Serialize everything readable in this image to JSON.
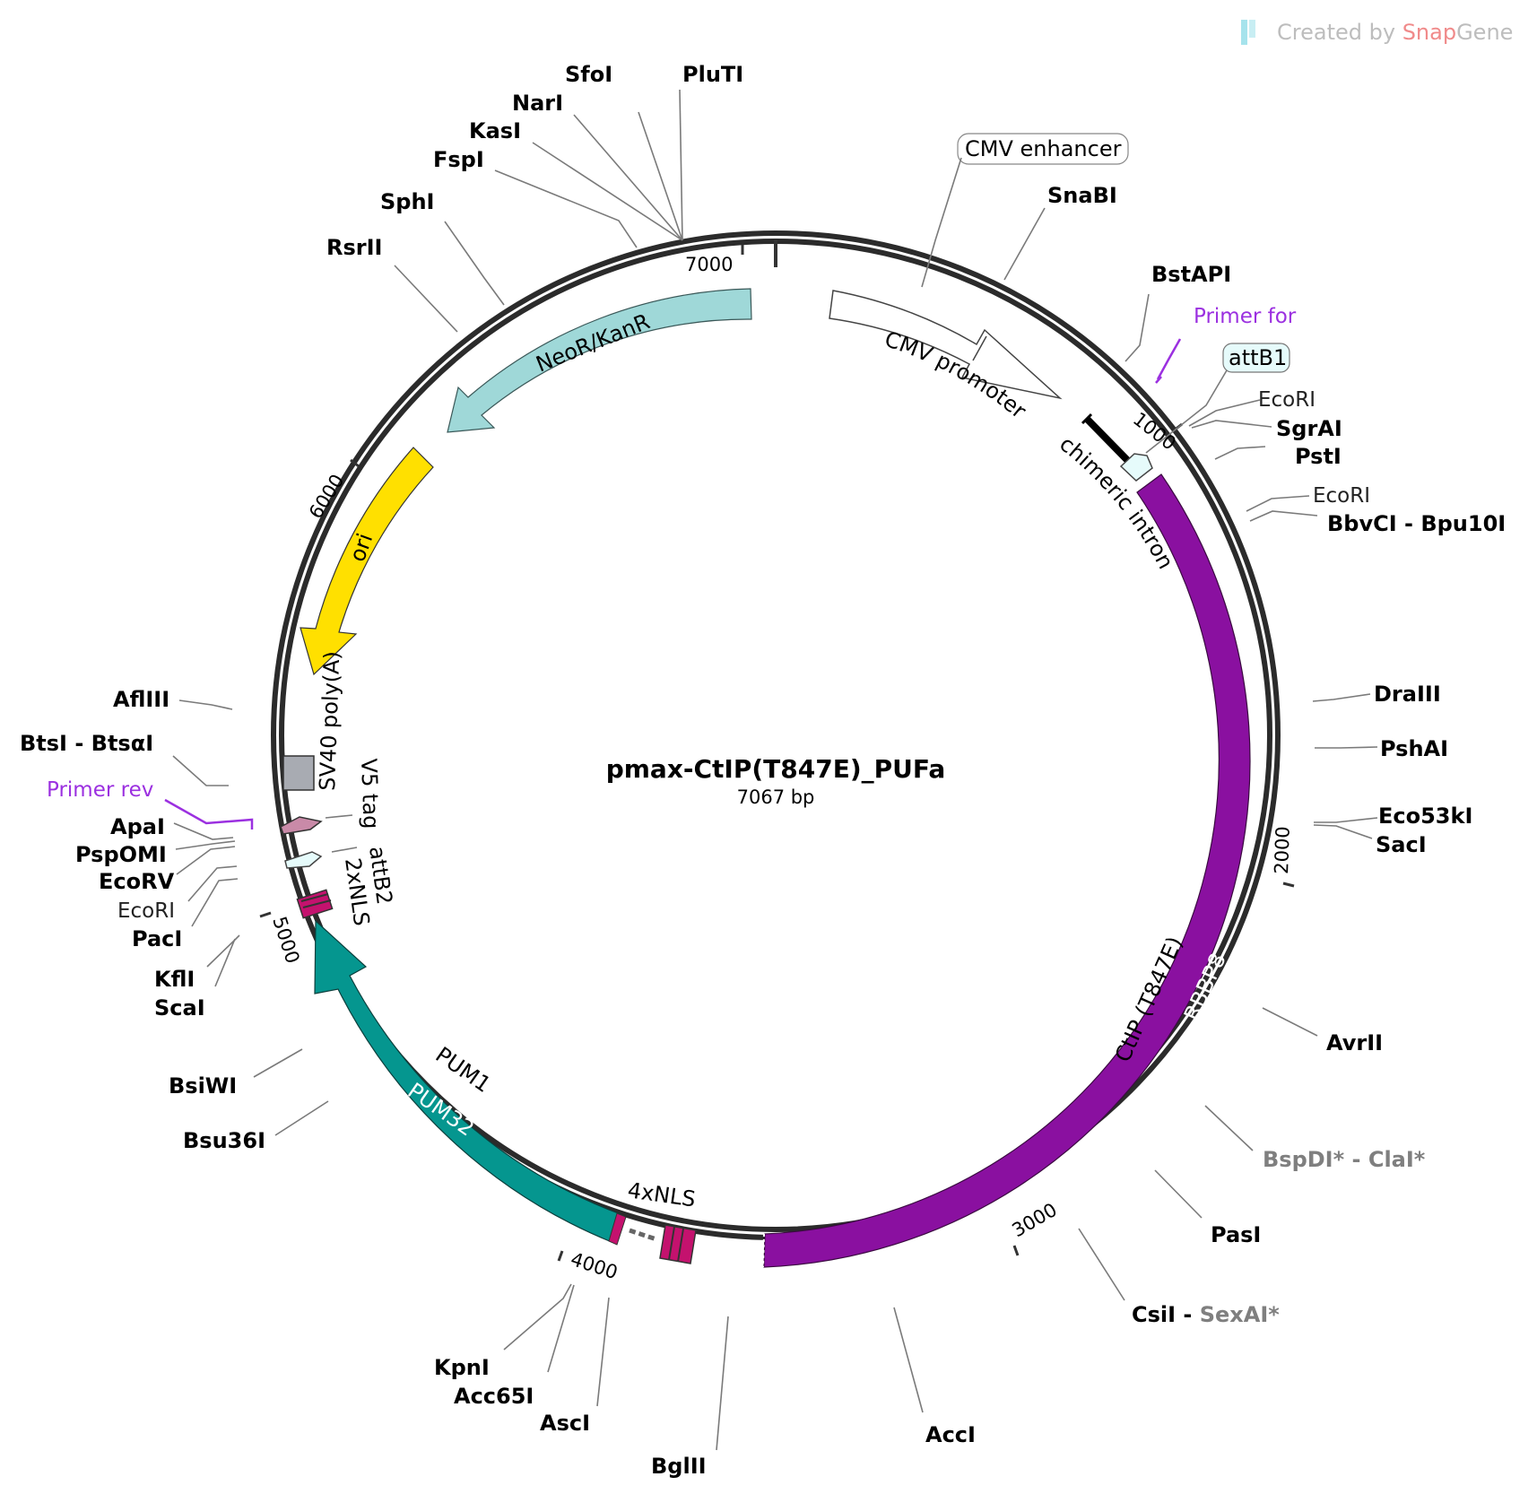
{
  "plasmid": {
    "name": "pmax-CtIP(T847E)_PUFa",
    "length": "7067 bp"
  },
  "watermark": {
    "prefix": "Created by",
    "brand_a": "Snap",
    "brand_b": "Gene"
  },
  "ticks": [
    "1000",
    "2000",
    "3000",
    "4000",
    "5000",
    "6000",
    "7000"
  ],
  "features": [
    {
      "name": "CMV enhancer",
      "color": "#ffffff",
      "boxed": true
    },
    {
      "name": "CMV promoter",
      "color": "#ffffff"
    },
    {
      "name": "chimeric intron",
      "color": "#000000"
    },
    {
      "name": "attB1",
      "color": "#e6fbfb",
      "boxed": true
    },
    {
      "name": "RBBP8",
      "color": "#8a10a0"
    },
    {
      "name": "CtIP (T847E)",
      "color": "#8a10a0"
    },
    {
      "name": "4xNLS",
      "color": "#c4126e"
    },
    {
      "name": "PUM32",
      "color": "#05968f"
    },
    {
      "name": "PUM1",
      "color": "#05968f"
    },
    {
      "name": "2xNLS",
      "color": "#c4126e"
    },
    {
      "name": "attB2",
      "color": "#e6fbfb"
    },
    {
      "name": "V5 tag",
      "color": "#c98aa8"
    },
    {
      "name": "SV40 poly(A)",
      "color": "#a8abb2"
    },
    {
      "name": "ori",
      "color": "#ffe000"
    },
    {
      "name": "NeoR/KanR",
      "color": "#9fd8d8"
    }
  ],
  "primers": [
    "Primer for",
    "Primer rev"
  ],
  "sites": [
    "SnaBI",
    "BstAPI",
    "EcoRI",
    "SgrAI",
    "PstI",
    "EcoRI",
    "BbvCI - Bpu10I",
    "DraIII",
    "PshAI",
    "Eco53kI",
    "SacI",
    "AvrII",
    "BspDI* - ClaI*",
    "PasI",
    "CsiI",
    "SexAI*",
    "AccI",
    "BglII",
    "AscI",
    "Acc65I",
    "KpnI",
    "Bsu36I",
    "BsiWI",
    "ScaI",
    "KflI",
    "PacI",
    "EcoRI",
    "EcoRV",
    "PspOMI",
    "ApaI",
    "BtsI - BtsαI",
    "AflIII",
    "RsrII",
    "SphI",
    "FspI",
    "KasI",
    "NarI",
    "SfoI",
    "PluTI"
  ]
}
